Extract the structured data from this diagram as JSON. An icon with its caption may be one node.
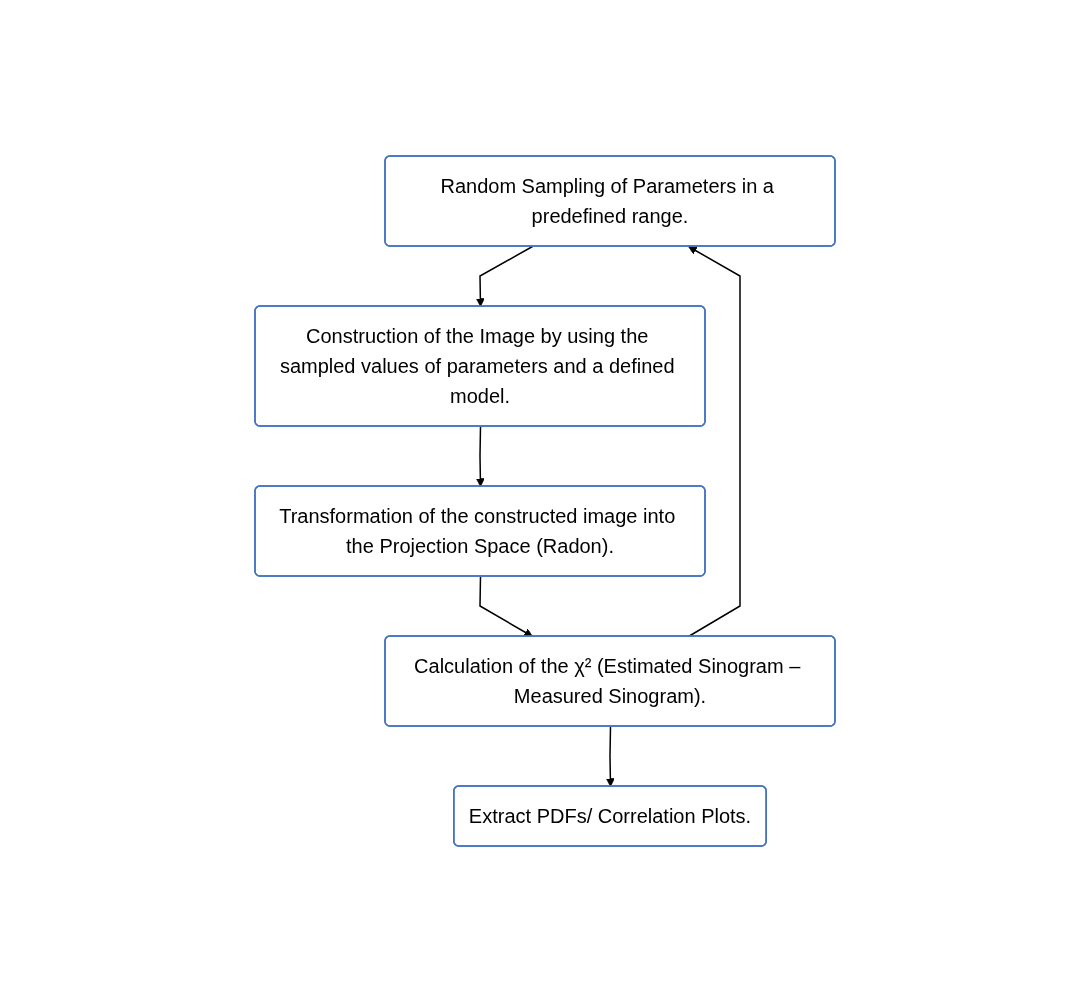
{
  "diagram": {
    "nodes": [
      {
        "text": [
          "Random Sampling of Parameters in a predefined range."
        ]
      },
      {
        "text": [
          "Construction of the Image by using the sampled values of parameters and a defined model."
        ]
      },
      {
        "text": [
          "Transformation of the constructed image into the Projection Space (Radon)."
        ]
      },
      {
        "text": [
          "Calculation of the χ² (Estimated Sinogram – Measured Sinogram)."
        ]
      },
      {
        "text": [
          "Extract PDFs/ Correlation Plots."
        ]
      }
    ],
    "edges": [
      {
        "from": 0,
        "to": 1,
        "arrow": "to"
      },
      {
        "from": 1,
        "to": 2,
        "arrow": "to"
      },
      {
        "from": 2,
        "to": 3,
        "arrow": "to"
      },
      {
        "from": 3,
        "to": 4,
        "arrow": "to"
      },
      {
        "from": 3,
        "to": 0,
        "arrow": "to"
      }
    ]
  }
}
